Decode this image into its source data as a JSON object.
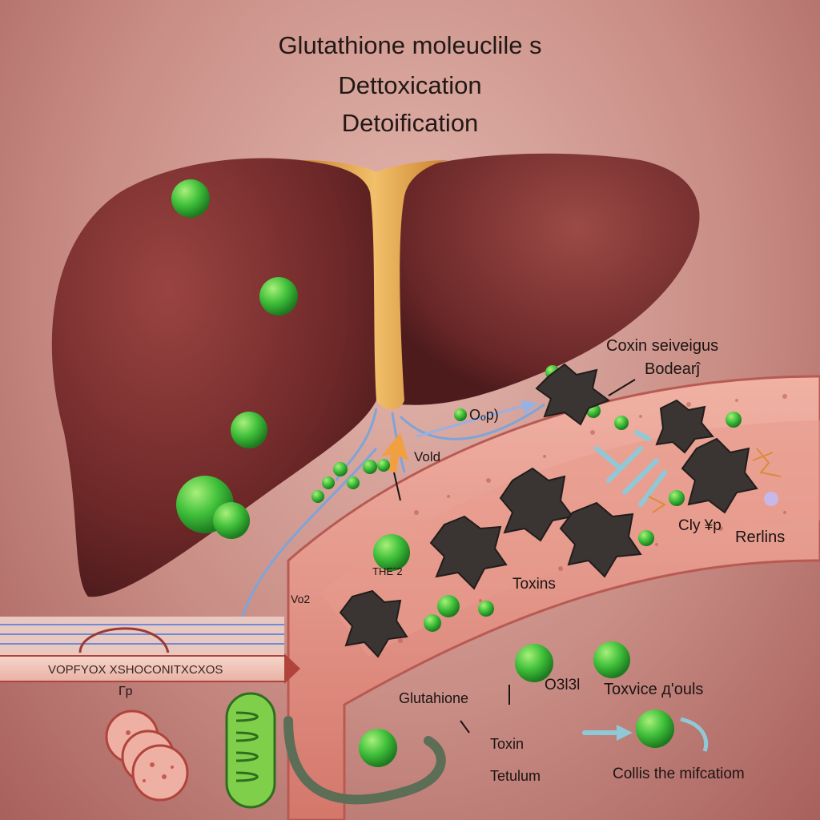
{
  "title": {
    "line1": "Glutathione moleuclile s",
    "line2": "Dettoxication",
    "line3": "Detoification"
  },
  "labels": {
    "coxin_severe": "Coxin seiveigus",
    "bodear": "Bodearĵ",
    "o2": "Oₒp)",
    "vold": "Vold",
    "the2": "THEˆ2",
    "vo2": "Vo2",
    "toxins": "Toxins",
    "cl_label": "Clу ¥р",
    "rerlins": "Rerlins",
    "banner": "VOPFYOX XSHOCONITXCXOS",
    "glutathione": "Glutahione",
    "toxin": "Toxin",
    "tetulum": "Tetulum",
    "o3ol": "O3l3l",
    "toxvice": "Toxvice д'ouls",
    "collis": "Collis the mifcatiom",
    "small_p": "Гp"
  },
  "colors": {
    "liver": "#7a2e2e",
    "ligament": "#e7a64a",
    "glutathione": "#3fbf3a",
    "toxin": "#3a3533",
    "vessel_wall": "#d98474",
    "arrow_blue": "#8fc9d8"
  },
  "icons": [
    "liver-icon",
    "glutathione-molecule-icon",
    "toxin-particle-icon",
    "mitochondria-icon",
    "blood-cell-icon",
    "arrow-icon"
  ]
}
